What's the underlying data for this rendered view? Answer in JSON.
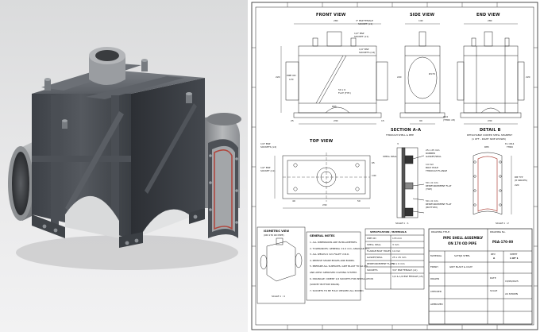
{
  "views": {
    "front": "FRONT VIEW",
    "side": "SIDE VIEW",
    "end": "END VIEW",
    "top": "TOP VIEW",
    "section_title": "SECTION A-A",
    "section_sub": "THROUGH SHELL & PIPE",
    "detail_title": "DETAIL B",
    "detail_sub": "DETACHABLE CURVED SHELL SEGMENT",
    "detail_sub2": "(1 OFF – RIGHT SIDE SHOWN)",
    "iso_title": "ISOMETRIC VIEW",
    "iso_sub": "(ON 170 OD PIPE)"
  },
  "scales": {
    "section": "SCALE 1 : 1",
    "detail": "SCALE 1 : 2",
    "iso": "SCALE 1 : 4"
  },
  "front_dims": {
    "top_width": "280",
    "socket_1": "3\" BSP FEMALE",
    "socket_1b": "SOCKET (x1)",
    "socket_2": "1/2\" BSP",
    "socket_2b": "SOCKET (x1)",
    "socket_3": "1/4\" BSP",
    "socket_3b": "SOCKETS (x4)",
    "height": "220",
    "pipe_od": "PIPE OD",
    "pipe_od_val": "170",
    "flat": "50 x 6",
    "flat_b": "FLAT (TYP.)",
    "bottom_width": "230",
    "r85": "R85",
    "d25": "25",
    "d15": "15"
  },
  "side_dims": {
    "top": "140",
    "height": "220",
    "dia": "Ø170",
    "bottom": "90",
    "bolt": "Ø14",
    "bolt_b": "(THRU x8)"
  },
  "end_dims": {
    "top": "280",
    "height": "220",
    "bottom": "230"
  },
  "top_dims": {
    "socket_a": "1/4\" BSP",
    "socket_ab": "SOCKETS (x4)",
    "socket_b": "1/2\" BSP",
    "socket_bb": "SOCKET (x1)",
    "width": "230",
    "d40": "40",
    "d50": "50",
    "depth": "140",
    "d65": "65"
  },
  "section_notes": {
    "shell_wall": "SHELL WALL",
    "wall_t": "3",
    "d1": "25 x 25 mm",
    "d1b": "RUBBER",
    "d1c": "GASKET/SEAL",
    "d2": "14 mm",
    "d2b": "BOLT HOLE",
    "d2c": "THROUGH FLANGE",
    "d3": "50 x 6 mm",
    "d3b": "REINFORCEMENT FLAT",
    "d3c": "(TOP)",
    "d4": "50 x 6 mm",
    "d4b": "REINFORCEMENT FLAT",
    "d4c": "(BOTTOM)"
  },
  "detail_notes": {
    "n1": "8 x Ø14",
    "n1b": "THRU",
    "r": "R85",
    "n2": "DB TYP",
    "n2b": "(8 SPACES)",
    "h": "220"
  },
  "general_notes": {
    "title": "GENERAL NOTES",
    "items": [
      "1. ALL DIMENSIONS ARE IN MILLIMETRES.",
      "2. TOLERANCES: GENERAL ±1.0 mm, ANGULAR ±1°.",
      "3. ALL WELDS 6 mm FILLET U.N.O.",
      "4. REMOVE SHARP EDGES AND BURRS.",
      "5. PREPARE ALL SURFACES, GRIT BLAST TO SA 2½",
      "   AND APPLY APPROVED COATING SYSTEM.",
      "6. DRAINAGE: ORIENT 1/4 SOCKETS FOR INSTALLATION",
      "   (SURVEY BOTTOM DRAIN).",
      "7. SOCKETS TO BE FULLY WELDED ALL ROUND."
    ]
  },
  "spec": {
    "title": "SPECIFICATION / MATERIALS",
    "rows": [
      {
        "k": "PIPE OD",
        "v": "170 mm"
      },
      {
        "k": "SHELL WALL",
        "v": "3 mm"
      },
      {
        "k": "FLANGE BOLT HOLES",
        "v": "14 mm"
      },
      {
        "k": "GASKET/SEAL",
        "v": "25 x 25 mm"
      },
      {
        "k": "REINFORCEMENT FLATS",
        "v": "50 x 6 mm"
      },
      {
        "k": "SOCKETS",
        "v": "3/4\" BSP FEMALE (x1)"
      },
      {
        "k": "",
        "v": "1/2 & 1/4 BSP FEMALE (x5)"
      }
    ]
  },
  "title_block": {
    "drawing_title_lbl": "DRAWING TITLE:",
    "title1": "PIPE SHELL ASSEMBLY",
    "title2": "ON 170 OD PIPE",
    "drawing_no_lbl": "DRAWING No.",
    "drawing_no": "PSA-170-00",
    "material_lbl": "MATERIAL",
    "material": "S275JR STEEL",
    "rev_lbl": "REV",
    "rev": "A",
    "sheet_lbl": "SHEET",
    "sheet": "1 OF 1",
    "finish_lbl": "FINISH",
    "finish": "GRIT BLAST & COAT",
    "drawn_lbl": "DRAWN",
    "checked_lbl": "CHECKED",
    "approved_lbl": "APPROVED",
    "date_lbl": "DATE",
    "date": "15/05/2025",
    "scale_lbl": "SCALE",
    "scale": "AS SHOWN"
  }
}
